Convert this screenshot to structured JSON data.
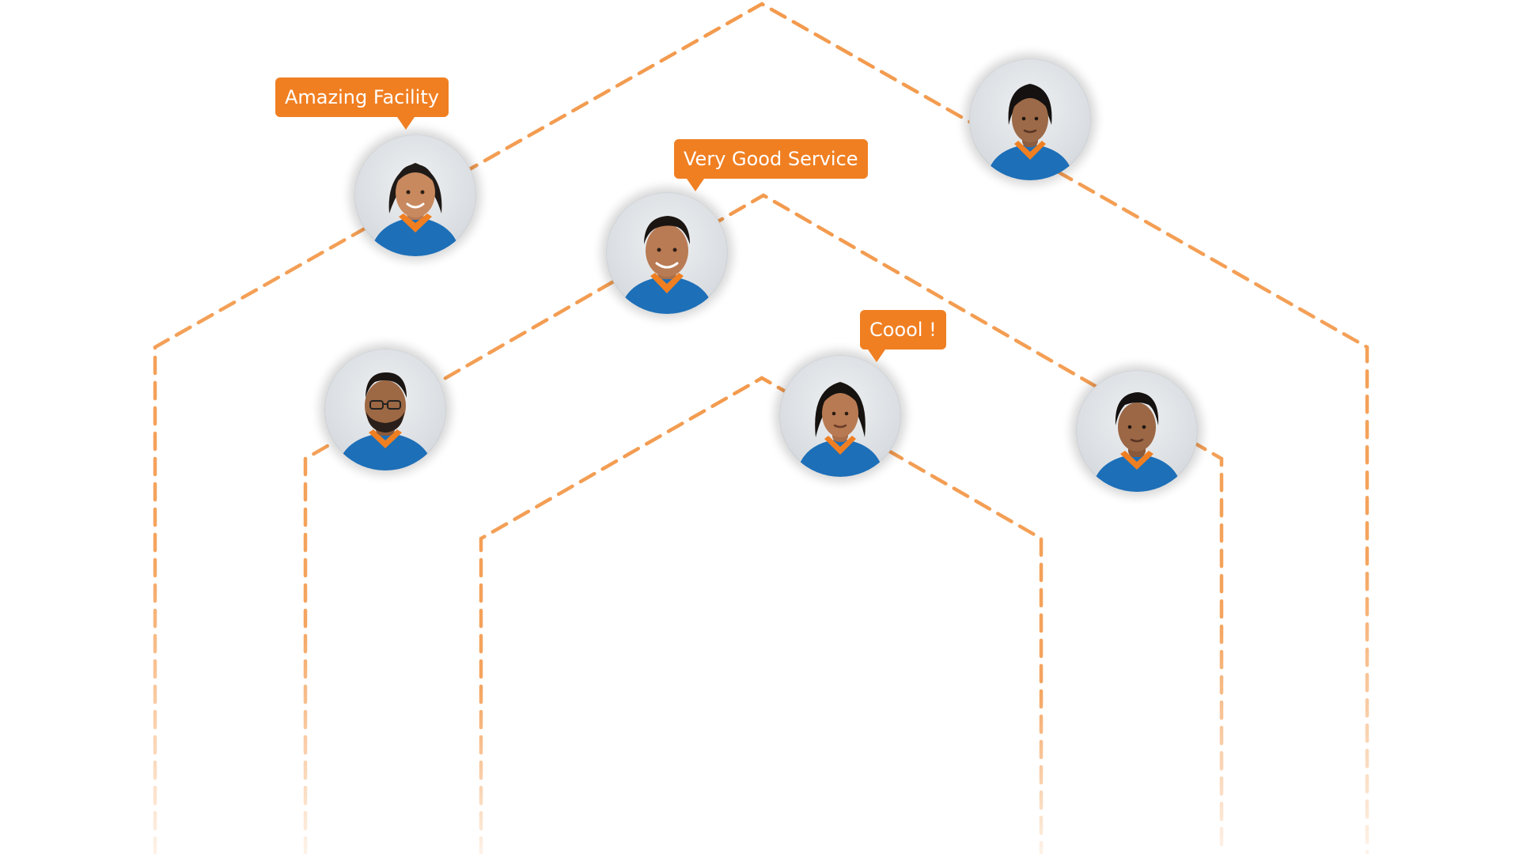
{
  "colors": {
    "accent": "#f07f22",
    "line": "#f39a4d",
    "shirt": "#1d6fb8",
    "collar": "#f07f22"
  },
  "bubbles": {
    "amazing": "Amazing Facility",
    "very_good": "Very Good Service",
    "coool": "Coool !"
  },
  "avatars": [
    {
      "icon": "person-avatar-icon",
      "hair": "long"
    },
    {
      "icon": "person-avatar-icon",
      "hair": "short"
    },
    {
      "icon": "person-avatar-icon",
      "hair": "bun"
    },
    {
      "icon": "person-avatar-icon",
      "hair": "short-beard"
    },
    {
      "icon": "person-avatar-icon",
      "hair": "long"
    },
    {
      "icon": "person-avatar-icon",
      "hair": "short"
    }
  ]
}
